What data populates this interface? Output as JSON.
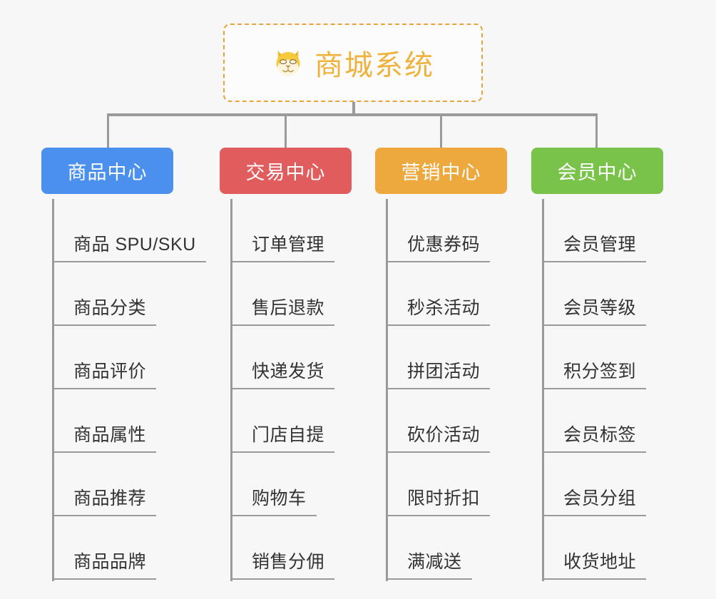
{
  "canvas": {
    "background": "#f7f7f7",
    "connector_color": "#9a9a9a"
  },
  "root": {
    "title": "商城系统",
    "icon": "dog-face-emoji",
    "text_color": "#efb23c",
    "border_color": "#e8a33d",
    "border_style": "dashed"
  },
  "branches": [
    {
      "label": "商品中心",
      "color": "#4a90ec",
      "leaves": [
        "商品 SPU/SKU",
        "商品分类",
        "商品评价",
        "商品属性",
        "商品推荐",
        "商品品牌"
      ]
    },
    {
      "label": "交易中心",
      "color": "#e15c5c",
      "leaves": [
        "订单管理",
        "售后退款",
        "快递发货",
        "门店自提",
        "购物车",
        "销售分佣"
      ]
    },
    {
      "label": "营销中心",
      "color": "#eda93e",
      "leaves": [
        "优惠券码",
        "秒杀活动",
        "拼团活动",
        "砍价活动",
        "限时折扣",
        "满减送"
      ]
    },
    {
      "label": "会员中心",
      "color": "#7ac34a",
      "leaves": [
        "会员管理",
        "会员等级",
        "积分签到",
        "会员标签",
        "会员分组",
        "收货地址"
      ]
    }
  ]
}
